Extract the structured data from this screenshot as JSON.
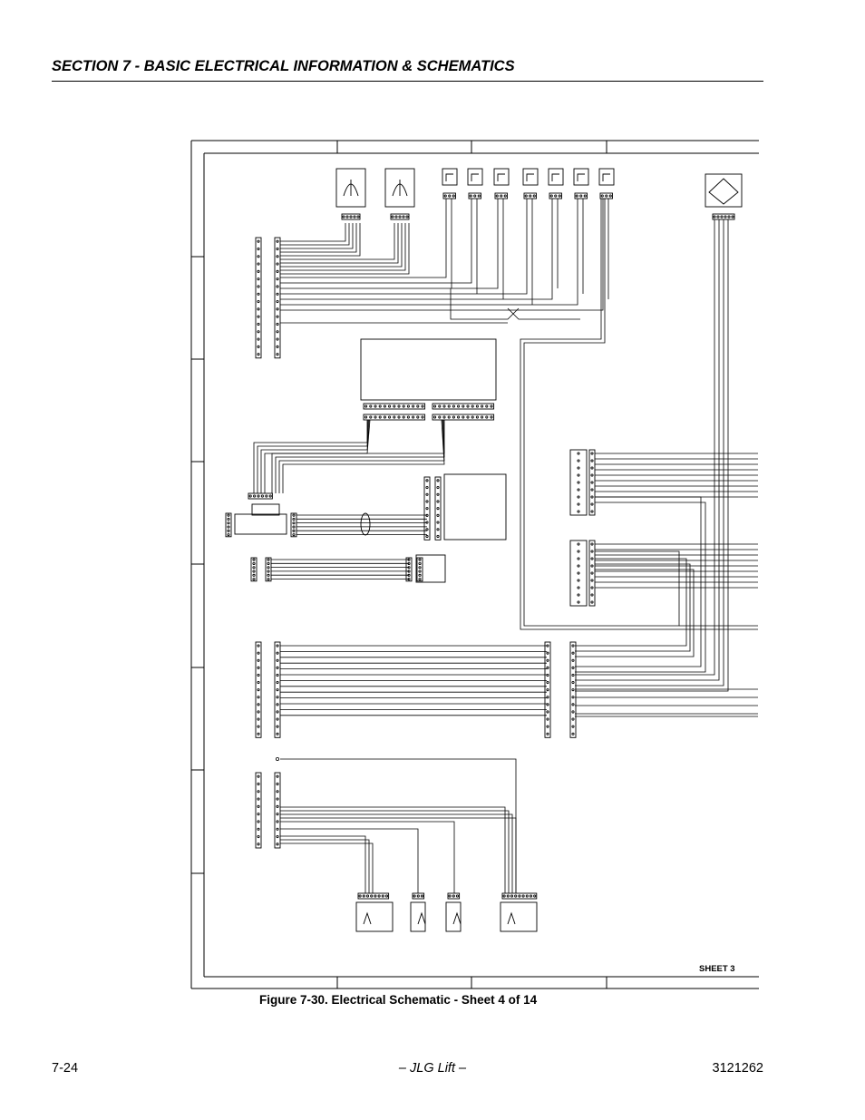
{
  "header": {
    "title": "SECTION 7 - BASIC ELECTRICAL INFORMATION & SCHEMATICS"
  },
  "schematic": {
    "sheet_label": "SHEET 3"
  },
  "caption": "Figure 7-30.  Electrical Schematic - Sheet 4 of 14",
  "footer": {
    "page_number": "7-24",
    "center_text": "– JLG Lift –",
    "doc_number": "3121262"
  }
}
